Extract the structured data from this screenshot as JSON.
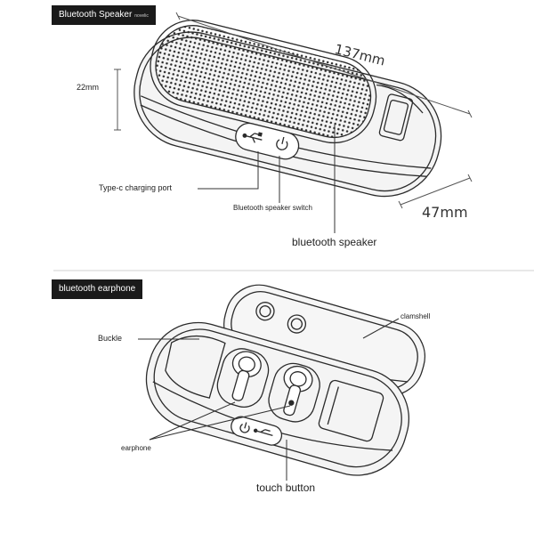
{
  "sections": {
    "speaker": {
      "title": "Bluetooth Speaker",
      "title_suffix": "novelic"
    },
    "earphone": {
      "title": "bluetooth earphone"
    }
  },
  "dimensions": {
    "length": "137mm",
    "height": "22mm",
    "width": "47mm"
  },
  "labels": {
    "typec_port": "Type-c charging port",
    "speaker_switch": "Bluetooth speaker switch",
    "bluetooth_speaker": "bluetooth speaker",
    "buckle": "Buckle",
    "clamshell": "clamshell",
    "earphone": "earphone",
    "touch_button": "touch button"
  }
}
